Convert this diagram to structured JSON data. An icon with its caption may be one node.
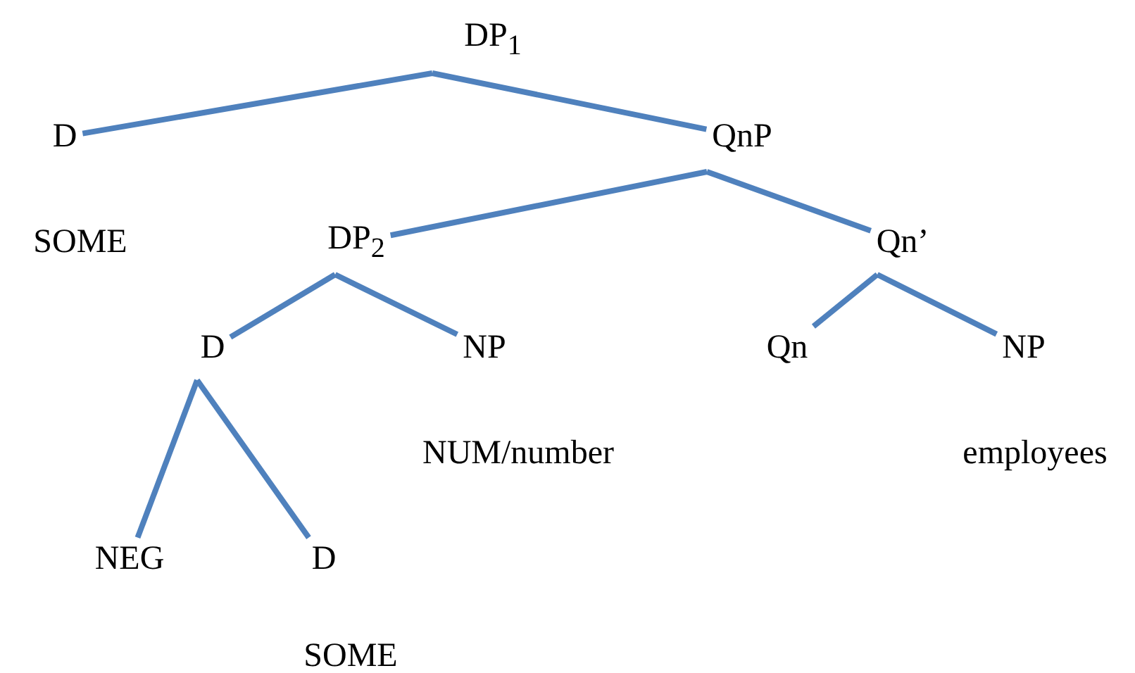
{
  "diagram": {
    "nodes": [
      {
        "text": [
          "DP$_{1}$"
        ]
      },
      {
        "text": [
          "D"
        ],
        "beside": [
          "SOME"
        ]
      },
      {
        "text": [
          "QnP"
        ]
      },
      {
        "text": [
          "DP$_{2}$"
        ]
      },
      {
        "text": [
          "Qn’"
        ]
      },
      {
        "text": [
          "D"
        ]
      },
      {
        "text": [
          "NP"
        ],
        "beside": [
          "NUM/number"
        ]
      },
      {
        "text": [
          "Qn"
        ]
      },
      {
        "text": [
          "NP"
        ],
        "beside": [
          "employees"
        ]
      },
      {
        "text": [
          "NEG"
        ]
      },
      {
        "text": [
          "D"
        ],
        "beside": [
          "SOME"
        ]
      }
    ],
    "edges": [
      {
        "from": 0,
        "to": 1,
        "arrow": "none"
      },
      {
        "from": 0,
        "to": 2,
        "arrow": "none"
      },
      {
        "from": 2,
        "to": 3,
        "arrow": "none"
      },
      {
        "from": 2,
        "to": 4,
        "arrow": "none"
      },
      {
        "from": 3,
        "to": 5,
        "arrow": "none"
      },
      {
        "from": 3,
        "to": 6,
        "arrow": "none"
      },
      {
        "from": 4,
        "to": 7,
        "arrow": "none"
      },
      {
        "from": 4,
        "to": 8,
        "arrow": "none"
      },
      {
        "from": 5,
        "to": 9,
        "arrow": "none"
      },
      {
        "from": 5,
        "to": 10,
        "arrow": "none"
      }
    ]
  }
}
